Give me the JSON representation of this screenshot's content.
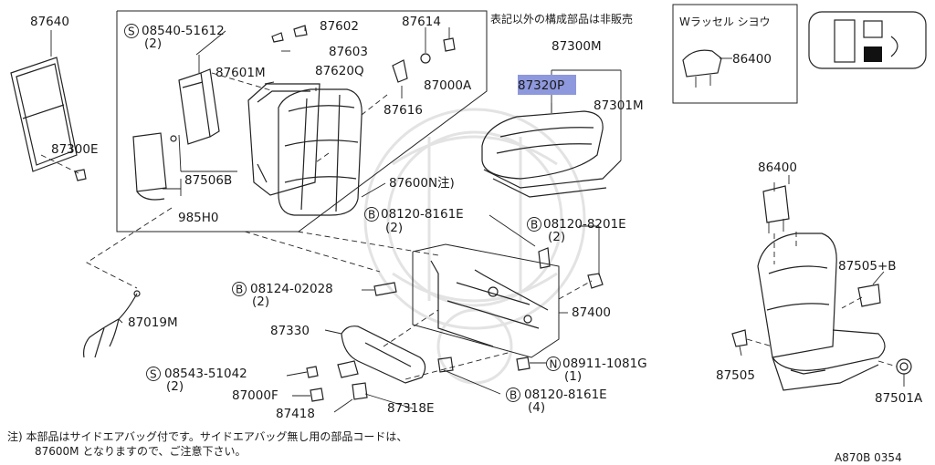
{
  "header_note": "表記以外の構成部品は非販売",
  "variant_box": {
    "title": "Wラッセル シヨウ",
    "part": "86400"
  },
  "highlight_part": "87320P",
  "parts": {
    "p87640": "87640",
    "p08540": "08540-51612",
    "p08540_q": "(2)",
    "p87602": "87602",
    "p87614": "87614",
    "p87603": "87603",
    "p87601M": "87601M",
    "p87620Q": "87620Q",
    "p87000A": "87000A",
    "p87616": "87616",
    "p87300E": "87300E",
    "p87506B": "87506B",
    "p985H0": "985H0",
    "p87600N": "87600N注)",
    "p87300M": "87300M",
    "p87301M": "87301M",
    "p08120_8161E_a": "08120-8161E",
    "p08120_8161E_a_q": "(2)",
    "p08120_8201E": "08120-8201E",
    "p08120_8201E_q": "(2)",
    "p08124": "08124-02028",
    "p08124_q": "(2)",
    "p87019M": "87019M",
    "p87330": "87330",
    "p87400": "87400",
    "p08543": "08543-51042",
    "p08543_q": "(2)",
    "p08911": "08911-1081G",
    "p08911_q": "(1)",
    "p87000F": "87000F",
    "p87418": "87418",
    "p87318E": "87318E",
    "p08120_8161E_b": "08120-8161E",
    "p08120_8161E_b_q": "(4)",
    "p86400": "86400",
    "p87505B": "87505+B",
    "p87505": "87505",
    "p87501A": "87501A"
  },
  "prefix": {
    "s": "S",
    "b": "B",
    "n": "N"
  },
  "footnote": {
    "line1": "注) 本部品はサイドエアバッグ付です。サイドエアバッグ無し用の部品コードは、",
    "line2": "87600M となりますので、ご注意下さい。"
  },
  "diagram_code": "A870B 0354"
}
